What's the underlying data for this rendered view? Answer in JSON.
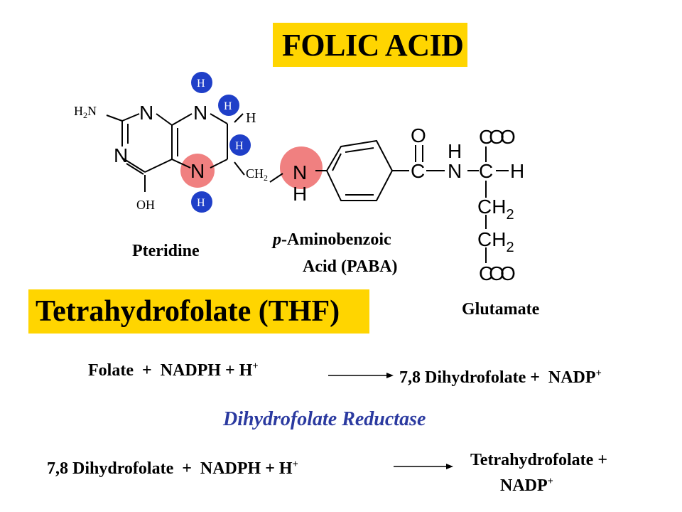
{
  "title": "FOLIC ACID",
  "thf_title": "Tetrahydrofolate (THF)",
  "labels": {
    "pteridine": "Pteridine",
    "paba_italic": "p",
    "paba_line1": "-Aminobenzoic",
    "paba_line2": "Acid (PABA)",
    "glutamate": "Glutamate"
  },
  "structure": {
    "h2n": "H2N",
    "oh": "OH",
    "ch2": "CH2",
    "n": "N",
    "h": "H",
    "o": "O",
    "c": "C",
    "coo": "COO",
    "ch2_g": "CH2",
    "ring_n": [
      "N",
      "N",
      "N",
      "N"
    ],
    "blue_h": [
      "H",
      "H",
      "H",
      "H"
    ]
  },
  "reaction1": {
    "left": "Folate  +  NADPH + H",
    "left_sup": "+",
    "right": "7,8 Dihydrofolate +  NADP",
    "right_sup": "+"
  },
  "enzyme": "Dihydrofolate Reductase",
  "reaction2": {
    "left": "7,8 Dihydrofolate  +  NADPH + H",
    "left_sup": "+",
    "right_line1": "Tetrahydrofolate +",
    "right_line2": "NADP",
    "right_sup": "+"
  },
  "colors": {
    "highlight_box": "#ffd500",
    "blue_circle": "#1f3fc8",
    "pink_circle": "#f08080",
    "enzyme_text": "#2b3aa0"
  }
}
